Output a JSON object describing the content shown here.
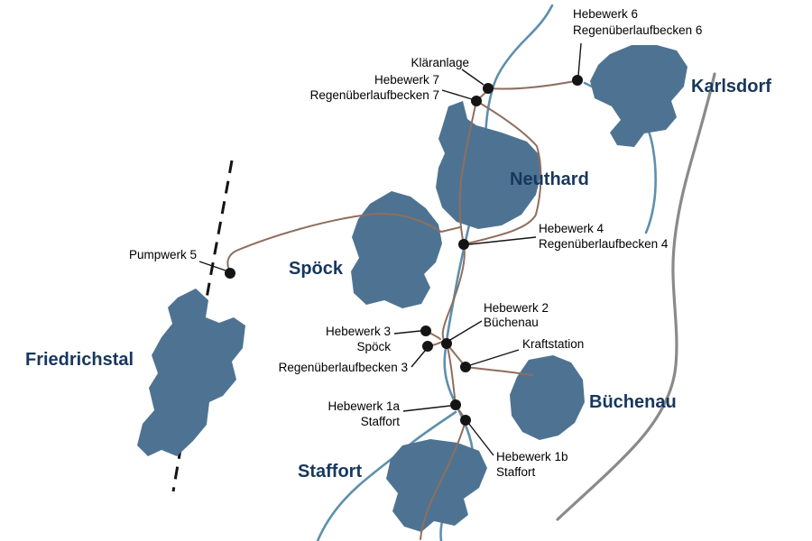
{
  "map": {
    "kind": "wastewater-network-map"
  },
  "places": [
    {
      "name": "Karlsdorf"
    },
    {
      "name": "Neuthard"
    },
    {
      "name": "Spöck"
    },
    {
      "name": "Friedrichstal"
    },
    {
      "name": "Büchenau"
    },
    {
      "name": "Staffort"
    }
  ],
  "stations": [
    {
      "line1": "Hebewerk 6",
      "line2": "Regenüberlaufbecken 6"
    },
    {
      "line1": "Kläranlage",
      "line2": ""
    },
    {
      "line1": "Hebewerk 7",
      "line2": "Regenüberlaufbecken 7"
    },
    {
      "line1": "Hebewerk 4",
      "line2": "Regenüberlaufbecken 4"
    },
    {
      "line1": "Pumpwerk 5",
      "line2": ""
    },
    {
      "line1": "Hebewerk 2",
      "line2": "Büchenau"
    },
    {
      "line1": "Hebewerk 3",
      "line2": "Spöck"
    },
    {
      "line1": "Regenüberlaufbecken 3",
      "line2": ""
    },
    {
      "line1": "Kraftstation",
      "line2": ""
    },
    {
      "line1": "Hebewerk 1a",
      "line2": "Staffort"
    },
    {
      "line1": "Hebewerk 1b",
      "line2": "Staffort"
    }
  ],
  "colors": {
    "settlement": "#4e7392",
    "place_label": "#17375e",
    "river": "#5e8fae",
    "road": "#8a8a8a",
    "pipe": "#8f6e5f",
    "marker": "#141414",
    "leader": "#141414",
    "railway": "#141414"
  }
}
